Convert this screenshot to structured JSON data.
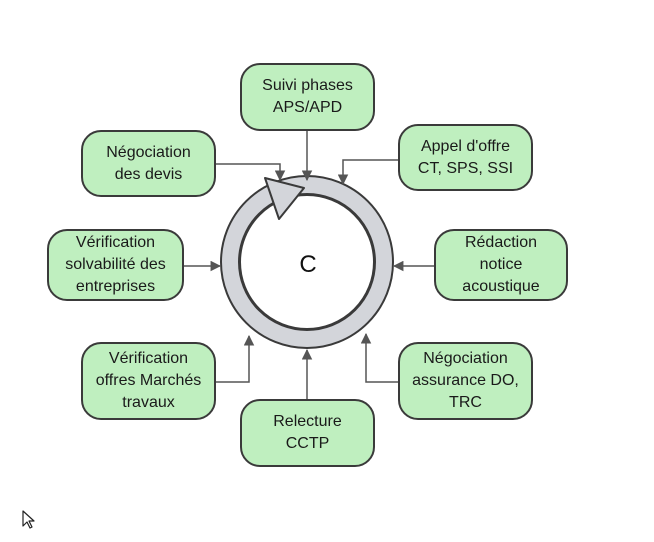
{
  "center": {
    "label": "C"
  },
  "nodes": {
    "top": "Suivi phases\nAPS/APD",
    "top_left": "Négociation\ndes devis",
    "top_right": "Appel d'offre\nCT, SPS, SSI",
    "left": "Vérification\nsolvabilité des\nentreprises",
    "right": "Rédaction\nnotice\nacoustique",
    "bottom_left": "Vérification\noffres Marchés\ntravaux",
    "bottom_right": "Négociation\nassurance DO,\nTRC",
    "bottom": "Relecture\nCCTP"
  },
  "colors": {
    "node_fill": "#bfefbf",
    "ring_fill": "#d3d5da",
    "stroke": "#3a3a3a",
    "arrow": "#555555"
  }
}
